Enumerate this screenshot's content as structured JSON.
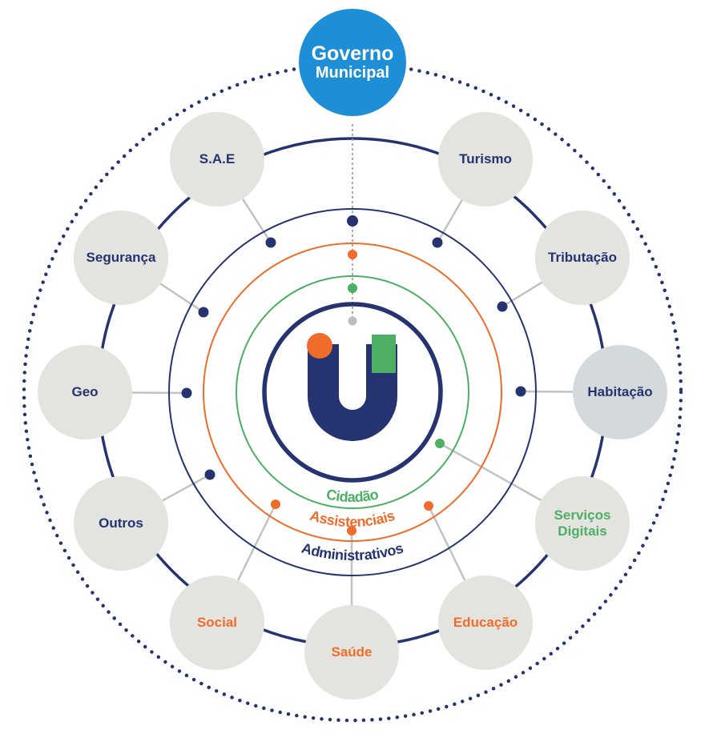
{
  "colors": {
    "navy": "#253470",
    "orange": "#EF6C2A",
    "green": "#4CAF63",
    "blue": "#1E8FD6",
    "node_fill": "#E3E3DF",
    "node_fill_highlight": "#D4DADB",
    "connector": "#C2C2C2",
    "dotted_ring": "#253470"
  },
  "center": {
    "title_line1": "Governo",
    "title_line2": "Municipal"
  },
  "logo": {
    "name": "u-logo-icon"
  },
  "rings": {
    "inner": "Cidadão",
    "middle": "Assistenciais",
    "outer": "Administrativos"
  },
  "nodes": [
    {
      "id": "sae",
      "lines": [
        "S.A.E"
      ],
      "group": "administrativos"
    },
    {
      "id": "turismo",
      "lines": [
        "Turismo"
      ],
      "group": "administrativos"
    },
    {
      "id": "seguranca",
      "lines": [
        "Segurança"
      ],
      "group": "administrativos"
    },
    {
      "id": "tributacao",
      "lines": [
        "Tributação"
      ],
      "group": "administrativos"
    },
    {
      "id": "geo",
      "lines": [
        "Geo"
      ],
      "group": "administrativos"
    },
    {
      "id": "habitacao",
      "lines": [
        "Habitação"
      ],
      "group": "administrativos"
    },
    {
      "id": "outros",
      "lines": [
        "Outros"
      ],
      "group": "administrativos"
    },
    {
      "id": "servicos-digitais",
      "lines": [
        "Serviços",
        "Digitais"
      ],
      "group": "cidadao"
    },
    {
      "id": "social",
      "lines": [
        "Social"
      ],
      "group": "assistenciais"
    },
    {
      "id": "educacao",
      "lines": [
        "Educação"
      ],
      "group": "assistenciais"
    },
    {
      "id": "saude",
      "lines": [
        "Saúde"
      ],
      "group": "assistenciais"
    }
  ]
}
